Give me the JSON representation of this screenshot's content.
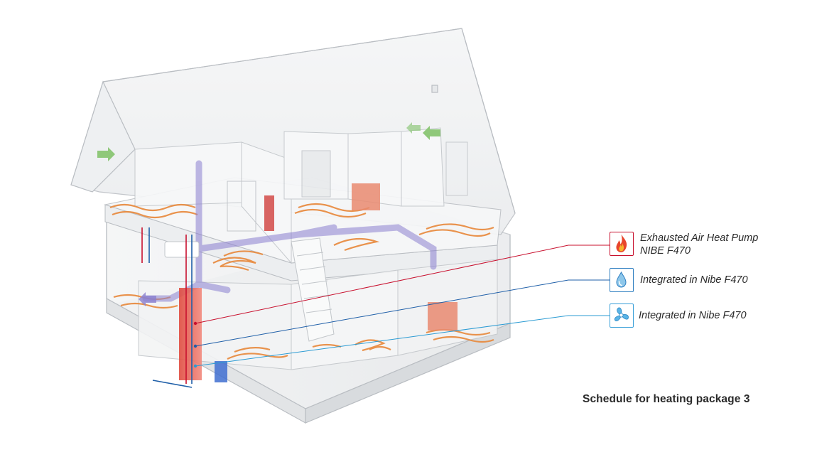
{
  "legend": {
    "items": [
      {
        "line1": "Exhausted Air Heat Pump",
        "line2": "NIBE F470",
        "icon": "flame-icon",
        "color": "#c8102e"
      },
      {
        "line1": "Integrated in Nibe F470",
        "line2": "",
        "icon": "water-drop-icon",
        "color": "#2f7fc1"
      },
      {
        "line1": "Integrated in Nibe F470",
        "line2": "",
        "icon": "fan-icon",
        "color": "#3aa0d8"
      }
    ]
  },
  "caption": "Schedule for heating package 3",
  "colors": {
    "heating": "#c8102e",
    "water": "#1f5fa8",
    "ventilation": "#2b9bd3",
    "floor_heating": "#e8883a",
    "air_duct": "#8a7fd0",
    "outline": "#b9bdc2"
  }
}
